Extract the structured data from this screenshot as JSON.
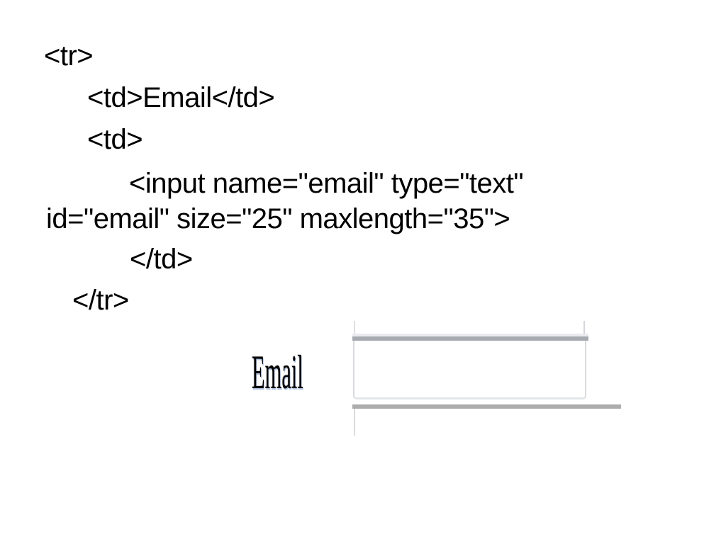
{
  "code": {
    "lines": [
      "<tr>",
      "<td>Email</td>",
      "<td>",
      "<input name=\"email\" type=\"text\"",
      "id=\"email\" size=\"25\" maxlength=\"35\">",
      "</td>",
      "</tr>"
    ]
  },
  "form_preview": {
    "label": "Email",
    "input_value": "",
    "input_name": "email"
  },
  "colors": {
    "background": "#ffffff",
    "text": "#000000",
    "bar_dark": "#a7aab1",
    "bar_neutral": "#acacac",
    "strip_light": "#e9ebee",
    "box_border": "#d9dbde"
  }
}
